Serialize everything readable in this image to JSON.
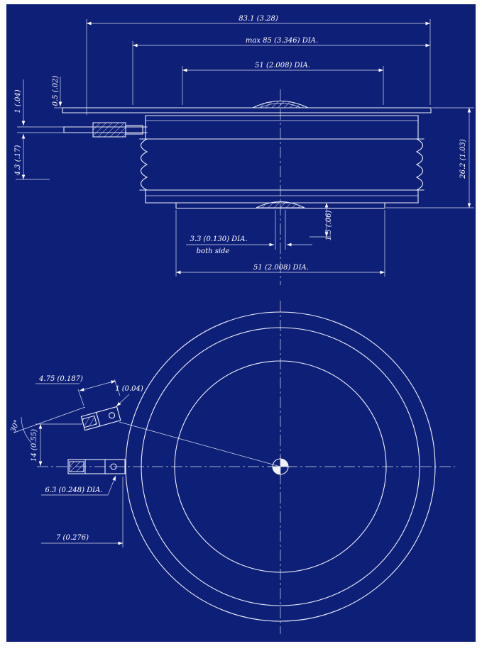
{
  "drawing": {
    "background_color": "#0e1f78",
    "line_color": "#f0f2f8",
    "side_view": {
      "dim_overall_width": "83.1 (3.28)",
      "dim_max_dia": "max 85 (3.346) DIA.",
      "dim_top_pole_dia": "51 (2.008) DIA.",
      "dim_flange_offset": "0.5 (.02)",
      "dim_flange_thickness": "1 (.04)",
      "dim_lead_height": "4.3 (.17)",
      "dim_body_height": "26.2 (1.03)",
      "dim_center_hole": "3.3 (0.130) DIA.",
      "dim_center_hole_note": "both side",
      "dim_boss_height": "1.5 (.06)",
      "dim_bottom_pole_dia": "51 (2.008) DIA."
    },
    "plan_view": {
      "dim_tab_width": "4.75 (0.187)",
      "dim_tab_thickness": "1 (0.04)",
      "dim_lead_angle": "30°",
      "dim_lead_offset": "14 (0.55)",
      "dim_lead_dia": "6.3 (0.248) DIA.",
      "dim_tab_distance": "7 (0.276)"
    }
  }
}
